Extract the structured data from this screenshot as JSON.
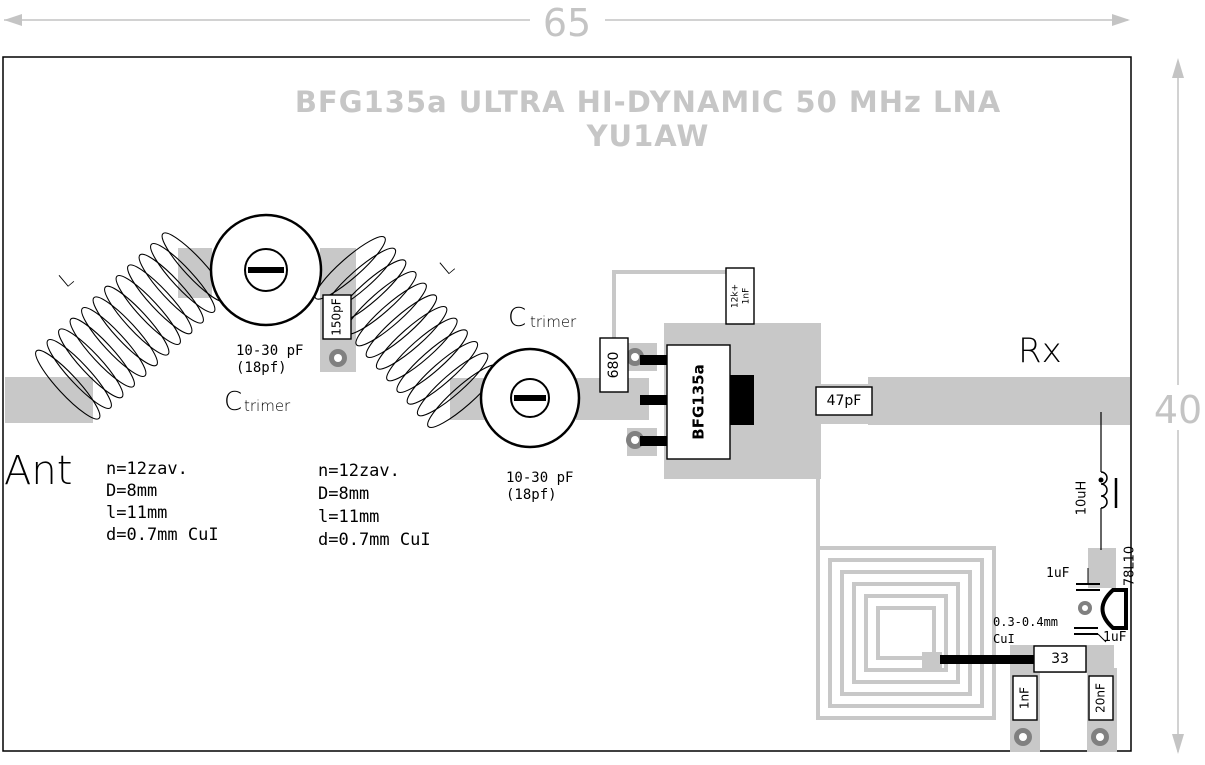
{
  "board": {
    "width_label": "65",
    "height_label": "40",
    "title": "BFG135a ULTRA HI-DYNAMIC 50 MHz LNA",
    "author": "YU1AW"
  },
  "labels": {
    "ant": "Ant",
    "rx": "Rx",
    "c_trimmer_1": "C",
    "c_trimmer_1_sub": "trimer",
    "c_trimmer_2": "C",
    "c_trimmer_2_sub": "trimer",
    "trimmer1_value": "10-30 pF",
    "trimmer1_nominal": "(18pf)",
    "trimmer2_value": "10-30 pF",
    "trimmer2_nominal": "(18pf)",
    "coil_mark_1": "L",
    "coil_mark_2": "L"
  },
  "coil1_spec": [
    "n=12zav.",
    "D=8mm",
    "l=11mm",
    "d=0.7mm CuI"
  ],
  "coil2_spec": [
    "n=12zav.",
    "D=8mm",
    "l=11mm",
    "d=0.7mm CuI"
  ],
  "components": {
    "c150": "150pF",
    "r680": "680",
    "transistor": "BFG135a",
    "rc_feedback_1": "12k+",
    "rc_feedback_2": "1nF",
    "c47": "47pF",
    "l10": "10uH",
    "reg": "78L10",
    "c1u_a": "1uF",
    "c1u_b": "1uF",
    "spiral_wire_1": "0.3-0.4mm",
    "spiral_wire_2": "CuI",
    "r33": "33",
    "c1n": "1nF",
    "c20n": "20nF"
  }
}
